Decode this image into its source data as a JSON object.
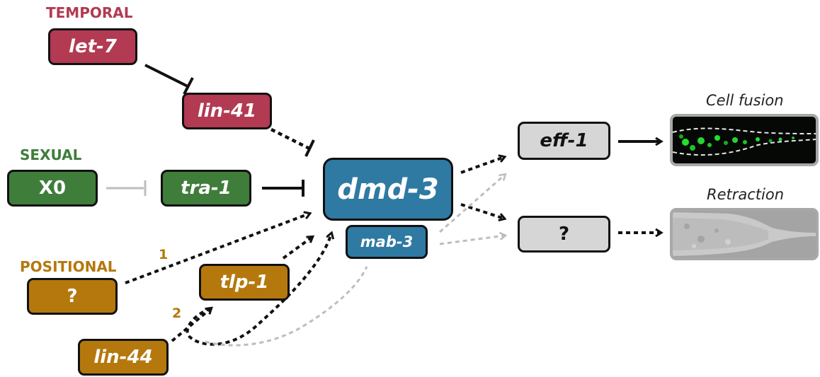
{
  "labels": {
    "temporal": "TEMPORAL",
    "sexual": "SEXUAL",
    "positional": "POSITIONAL"
  },
  "nodes": {
    "let7": "let-7",
    "lin41": "lin-41",
    "x0": "X0",
    "tra1": "tra-1",
    "dmd3": "dmd-3",
    "mab3": "mab-3",
    "unknown_pos": "?",
    "tlp1": "tlp-1",
    "lin44": "lin-44",
    "eff1": "eff-1",
    "unknown_target": "?"
  },
  "pathway_numbers": {
    "one": "1",
    "two": "2"
  },
  "panels": {
    "fusion_title": "Cell fusion",
    "retraction_title": "Retraction"
  },
  "colors": {
    "temporal": "#b23a52",
    "sexual": "#3f7d3b",
    "positional": "#b5780d",
    "dmd": "#2e7aa3",
    "target": "#d6d6d6"
  }
}
